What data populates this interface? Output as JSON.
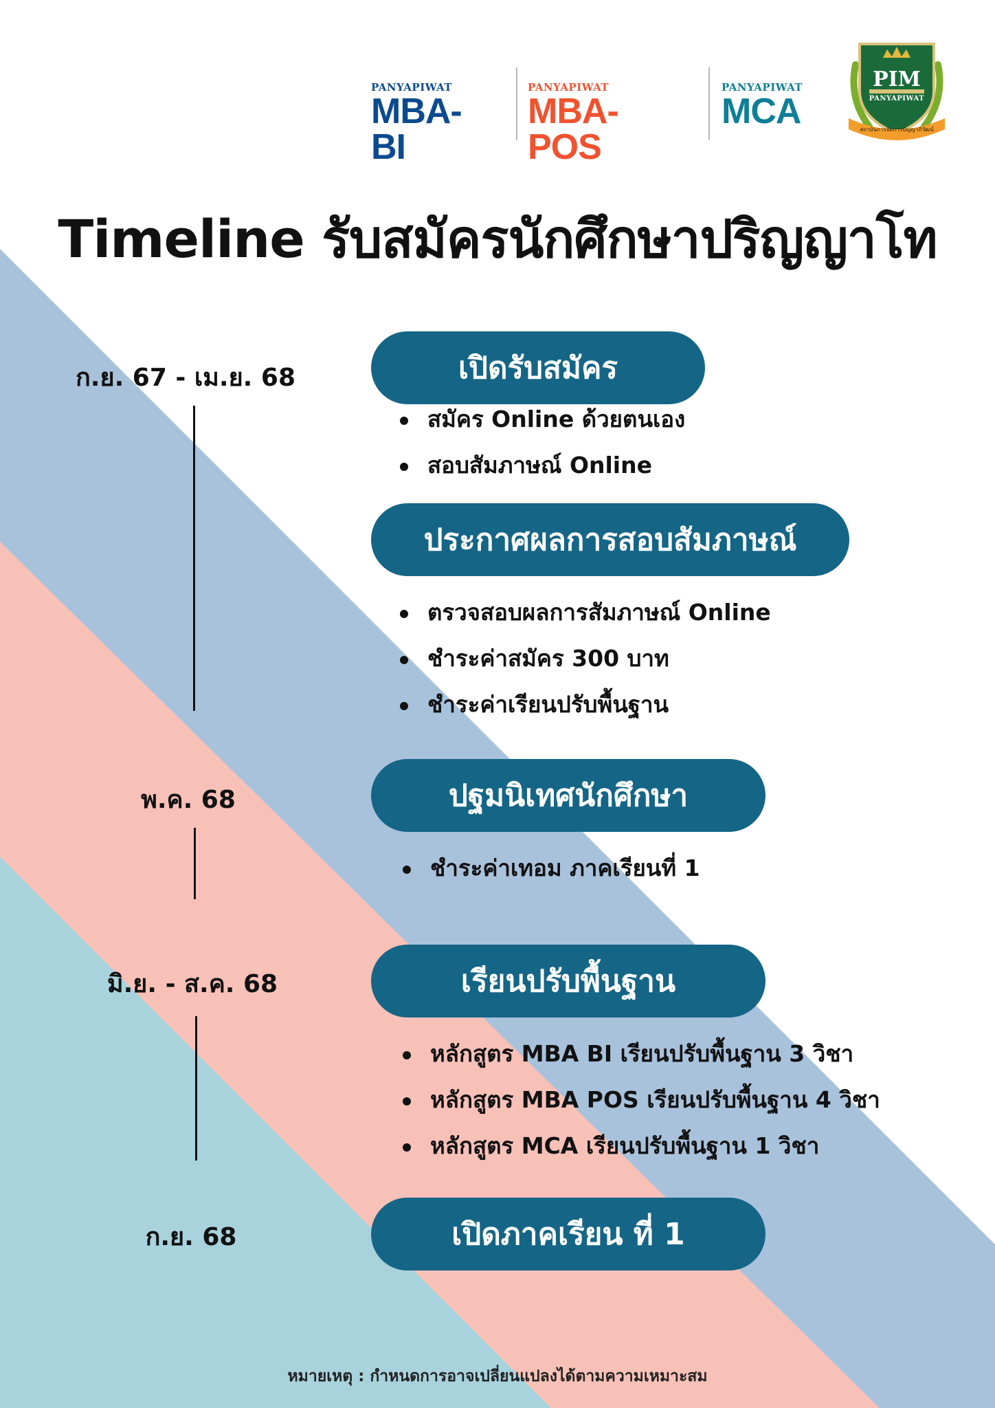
{
  "header": {
    "logos": [
      {
        "small": "PANYAPIWAT",
        "big": "MBA-BI",
        "small_color": "#0c4a8f",
        "big_color": "#0c4a8f"
      },
      {
        "small": "PANYAPIWAT",
        "big": "MBA-POS",
        "small_color": "#f0522f",
        "big_color": "#f0522f"
      },
      {
        "small": "PANYAPIWAT",
        "big": "MCA",
        "small_color": "#0e7f96",
        "big_color": "#0e7f96"
      }
    ],
    "crest": {
      "abbr": "PIM",
      "name": "PANYAPIWAT",
      "motto": "สถาบันการจัดการปัญญาภิวัฒน์"
    }
  },
  "title": "Timeline รับสมัครนักศึกษาปริญญาโท",
  "timeline": [
    {
      "date": "ก.ย. 67 - เม.ย. 68"
    },
    {
      "date": "พ.ค. 68"
    },
    {
      "date": "มิ.ย. - ส.ค. 68"
    },
    {
      "date": "ก.ย. 68"
    }
  ],
  "steps": [
    {
      "label": "เปิดรับสมัคร",
      "items": [
        "สมัคร Online ด้วยตนเอง",
        "สอบสัมภาษณ์ Online"
      ]
    },
    {
      "label": "ประกาศผลการสอบสัมภาษณ์",
      "items": [
        "ตรวจสอบผลการสัมภาษณ์ Online",
        "ชำระค่าสมัคร 300 บาท",
        "ชำระค่าเรียนปรับพื้นฐาน"
      ]
    },
    {
      "label": "ปฐมนิเทศนักศึกษา",
      "items": [
        "ชำระค่าเทอม ภาคเรียนที่ 1"
      ]
    },
    {
      "label": "เรียนปรับพื้นฐาน",
      "items": [
        "หลักสูตร MBA BI เรียนปรับพื้นฐาน 3 วิชา",
        "หลักสูตร MBA POS เรียนปรับพื้นฐาน 4 วิชา",
        "หลักสูตร MCA เรียนปรับพื้นฐาน 1 วิชา"
      ]
    },
    {
      "label": "เปิดภาคเรียน ที่ 1",
      "items": []
    }
  ],
  "note": "หมายเหตุ : กำหนดการอาจเปลี่ยนแปลงได้ตามความเหมาะสม",
  "colors": {
    "pill": "#156586",
    "band_blue": "#a9c2dc",
    "band_pink": "#f8c1b8",
    "band_teal": "#a8d3dc"
  }
}
